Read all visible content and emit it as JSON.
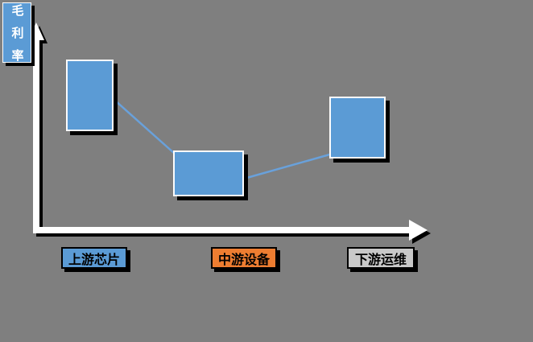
{
  "colors": {
    "background": "#7F7F7F",
    "box_blue": "#5B9BD5",
    "label_blue": "#5B9BD5",
    "label_orange": "#ED7D31",
    "label_gray": "#C8C8C8",
    "connector_blue": "#69A1DB",
    "axis_white": "#FFFFFF",
    "shadow_black": "#000000"
  },
  "y_axis": {
    "label": "毛利率"
  },
  "categories": [
    {
      "label": "上游芯片",
      "color": "#5B9BD5"
    },
    {
      "label": "中游设备",
      "color": "#ED7D31"
    },
    {
      "label": "下游运维",
      "color": "#C8C8C8"
    }
  ],
  "chart_data": {
    "type": "diagram",
    "ylabel": "毛利率",
    "categories": [
      "上游芯片",
      "中游设备",
      "下游运维"
    ],
    "margin_level_qualitative": [
      "high",
      "low",
      "medium-high"
    ],
    "margin_range_relative": [
      [
        0.48,
        0.83
      ],
      [
        0.17,
        0.39
      ],
      [
        0.35,
        0.65
      ]
    ],
    "connectors": [
      {
        "from": "上游芯片",
        "to": "中游设备"
      },
      {
        "from": "中游设备",
        "to": "下游运维"
      }
    ],
    "legend": "none",
    "grid": false
  }
}
